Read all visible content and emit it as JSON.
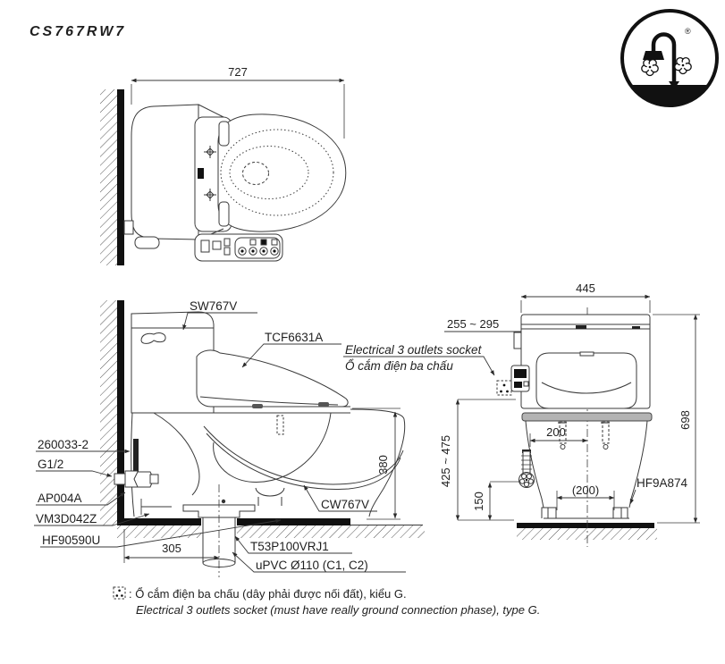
{
  "model": "CS767RW7",
  "logo": {
    "registered": "®"
  },
  "top_view": {
    "dim_width": "727"
  },
  "side_view": {
    "dim_height": "380",
    "dim_rough_in": "305",
    "label_tank": "SW767V",
    "label_washlet": "TCF6631A",
    "label_bowl": "CW767V",
    "label_supply": "260033-2",
    "label_thread": "G1/2",
    "label_valve": "AP004A",
    "label_hose": "VM3D042Z",
    "label_seal": "HF90590U",
    "label_flange": "T53P100VRJ1",
    "label_pipe": "uPVC Ø110 (C1, C2)"
  },
  "front_view": {
    "dim_width": "445",
    "dim_socket_range": "255 ~ 295",
    "dim_height": "698",
    "dim_bolt_pitch": "200",
    "dim_bolt_pitch_ref": "(200)",
    "dim_socket_height": "425 ~ 475",
    "dim_supply_height": "150",
    "label_socket_en": "Electrical 3 outlets socket",
    "label_socket_vi": "Ổ cắm điện ba chấu",
    "label_bolt_cap": "HF9A874"
  },
  "footnote": {
    "vi": ": Ổ cắm điện ba chấu (dây phải được nối đất), kiểu G.",
    "en": "Electrical 3 outlets socket (must have really ground connection phase), type G."
  }
}
